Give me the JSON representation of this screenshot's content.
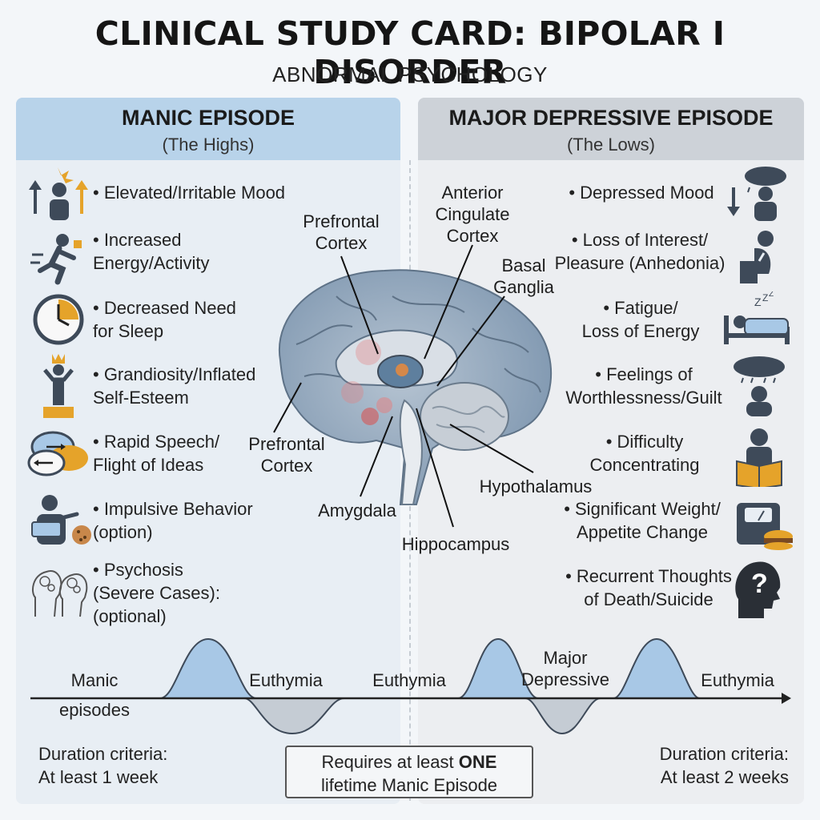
{
  "title": "CLINICAL STUDY CARD: BIPOLAR I DISORDER",
  "subtitle": "ABNORMAL PSYCHOLOGY",
  "manic": {
    "heading": "MANIC EPISODE",
    "subheading": "(The Highs)",
    "symptoms": [
      "• Elevated/Irritable Mood",
      "• Increased\nEnergy/Activity",
      "• Decreased Need\nfor Sleep",
      "• Grandiosity/Inflated\nSelf-Esteem",
      "• Rapid Speech/\nFlight of Ideas",
      "• Impulsive Behavior\n(option)",
      "• Psychosis\n(Severe Cases):\n(optional)"
    ],
    "icons": [
      "mood-arrows-icon",
      "running-person-icon",
      "clock-icon",
      "crowned-person-icon",
      "speech-bubbles-icon",
      "shopping-person-icon",
      "psychosis-heads-icon"
    ]
  },
  "depressive": {
    "heading": "MAJOR DEPRESSIVE EPISODE",
    "subheading": "(The Lows)",
    "symptoms": [
      "• Depressed Mood",
      "• Loss of Interest/\nPleasure (Anhedonia)",
      "• Fatigue/\nLoss of Energy",
      "• Feelings of\nWorthlessness/Guilt",
      "• Difficulty\nConcentrating",
      "• Significant Weight/\nAppetite Change",
      "• Recurrent Thoughts\nof Death/Suicide"
    ],
    "icons": [
      "raincloud-person-icon",
      "slumped-person-icon",
      "sleeping-bed-icon",
      "storm-cloud-person-icon",
      "reading-person-icon",
      "scale-burger-icon",
      "question-head-icon"
    ]
  },
  "brain_labels": {
    "prefrontal_top": "Prefrontal\nCortex",
    "anterior_cingulate": "Anterior\nCingulate\nCortex",
    "basal_ganglia": "Basal\nGanglia",
    "prefrontal_bottom": "Prefrontal\nCortex",
    "amygdala": "Amygdala",
    "hypothalamus": "Hypothalamus",
    "hippocampus": "Hippocampus"
  },
  "timeline": {
    "labels": [
      "Manic",
      "episodes",
      "Euthymia",
      "Euthymia",
      "Major\nDepressive",
      "Euthymia"
    ]
  },
  "criteria": {
    "manic": "Duration criteria:\nAt least 1 week",
    "requires_prefix": "Requires at least ",
    "requires_bold": "ONE",
    "requires_suffix": "lifetime Manic Episode",
    "depressive": "Duration criteria:\nAt least 2 weeks"
  },
  "colors": {
    "manic_header": "#b8d3ea",
    "depressive_header": "#cdd2d8",
    "wave_up": "#a8c8e6",
    "wave_down": "#c5ccd4",
    "icon_dark": "#3e4a59",
    "accent_orange": "#e5a32a"
  }
}
